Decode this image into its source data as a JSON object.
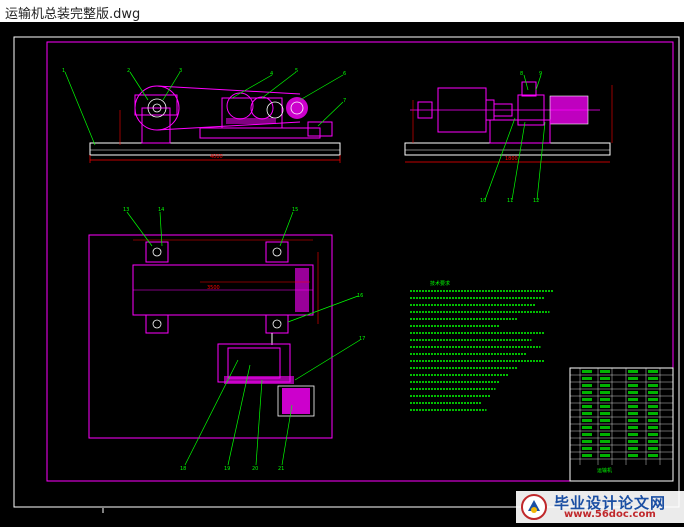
{
  "window": {
    "title": "运输机总装完整版.dwg"
  },
  "drawing": {
    "colors": {
      "background": "#000000",
      "frame": "#ffffff",
      "border": "#ff00ff",
      "part": "#ff00ff",
      "leader": "#00ff00",
      "dimension": "#ff0000",
      "text": "#00ff00"
    },
    "balloons_front": [
      "1",
      "2",
      "3",
      "4",
      "5",
      "6",
      "7"
    ],
    "balloons_side": [
      "8",
      "9",
      "10",
      "11",
      "12"
    ],
    "balloons_plan": [
      "13",
      "14",
      "15",
      "16",
      "17",
      "18",
      "19",
      "20",
      "21"
    ],
    "dim_front": "4000",
    "dim_side": "1800",
    "dim_plan": "3500",
    "notes_title": "技术要求",
    "title_block_name": "运输机"
  },
  "watermark": {
    "cn": "毕业设计论文网",
    "url": "www.56doc.com"
  }
}
